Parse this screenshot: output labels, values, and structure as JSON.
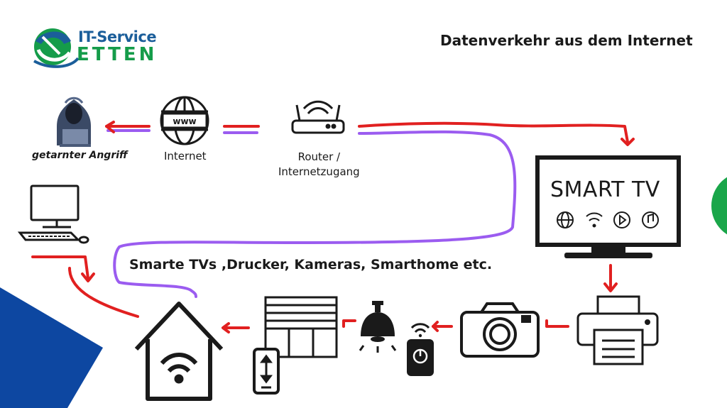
{
  "logo": {
    "line1": "IT-Service",
    "line2": "ETTEN",
    "colors": {
      "blue": "#1b5e9a",
      "green": "#159c4a"
    }
  },
  "title": "Datenverkehr aus dem Internet",
  "nodes": {
    "hacker": {
      "label": "getarnter Angriff",
      "icon": "hacker-icon"
    },
    "internet": {
      "label": "Internet",
      "icon": "globe-www-icon"
    },
    "router": {
      "label_line1": "Router /",
      "label_line2": "Internetzugang",
      "icon": "router-icon"
    },
    "pc": {
      "icon": "computer-icon"
    },
    "smart_tv": {
      "text": "SMART TV",
      "icon": "tv-icon"
    },
    "printer": {
      "icon": "printer-icon"
    },
    "camera": {
      "icon": "camera-icon"
    },
    "remote": {
      "icon": "power-remote-icon"
    },
    "lamp": {
      "icon": "ceiling-lamp-icon"
    },
    "shutter": {
      "icon": "roller-shutter-icon"
    },
    "smarthome": {
      "icon": "smart-home-icon"
    }
  },
  "caption": "Smarte TVs ,Drucker, Kameras, Smarthome etc.",
  "colors": {
    "red_flow": "#e12020",
    "purple_flow": "#9b5cf0",
    "blue_corner": "#0d47a1",
    "green_edge": "#1aa64a"
  }
}
